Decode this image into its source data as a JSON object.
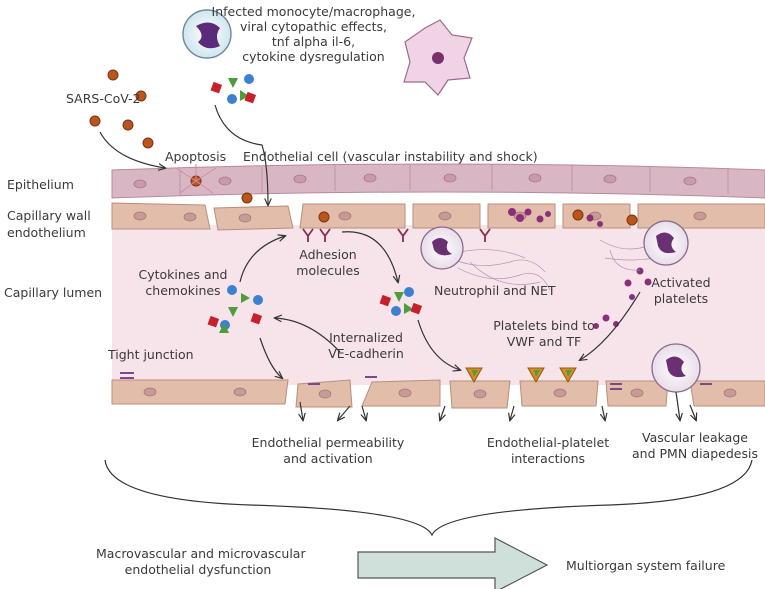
{
  "labels": {
    "infected_line1": "Infected monocyte/macrophage,",
    "infected_line2": "viral cytopathic effects,",
    "infected_line3": "tnf alpha il-6,",
    "infected_line4": "cytokine dysregulation",
    "sars_cov2": "SARS-CoV-2",
    "apoptosis": "Apoptosis",
    "endothelial_cell": "Endothelial cell (vascular instability and shock)",
    "epithelium": "Epithelium",
    "capillary_wall_line1": "Capillary wall",
    "capillary_wall_line2": "endothelium",
    "capillary_lumen": "Capillary lumen",
    "adhesion_line1": "Adhesion",
    "adhesion_line2": "molecules",
    "cytokines_line1": "Cytokines and",
    "cytokines_line2": "chemokines",
    "neutrophil_net": "Neutrophil and NET",
    "activated_line1": "Activated",
    "activated_line2": "platelets",
    "internalized_line1": "Internalized",
    "internalized_line2": "VE-cadherin",
    "platelets_bind_line1": "Platelets bind to",
    "platelets_bind_line2": "VWF and TF",
    "tight_junction": "Tight junction",
    "permeability_line1": "Endothelial permeability",
    "permeability_line2": "and activation",
    "ep_interactions_line1": "Endothelial-platelet",
    "ep_interactions_line2": "interactions",
    "leakage_line1": "Vascular leakage",
    "leakage_line2": "and PMN diapedesis",
    "dysfunction_line1": "Macrovascular and microvascular",
    "dysfunction_line2": "endothelial dysfunction",
    "multiorgan": "Multiorgan system failure"
  },
  "colors": {
    "epithelium": "#d9b6c4",
    "endothelium": "#e2bdaa",
    "lumen": "#f6e4ea",
    "nucleus": "#c69a96",
    "virus": "#b9561b",
    "neutrophil_nucleus": "#6b2f73",
    "platelet": "#8a2f7c",
    "cytokine_red": "#c8202b",
    "cytokine_green": "#4f9c3a",
    "cytokine_blue": "#3d7fd1",
    "vwf_orange": "#d88b1f",
    "big_arrow": "#cfe0db"
  },
  "icons": [
    "virus-icon",
    "monocyte-icon",
    "macrophage-icon",
    "neutrophil-icon",
    "platelet-icon",
    "adhesion-molecule-icon",
    "cytokine-icon",
    "tight-junction-icon",
    "big-arrow-icon"
  ]
}
